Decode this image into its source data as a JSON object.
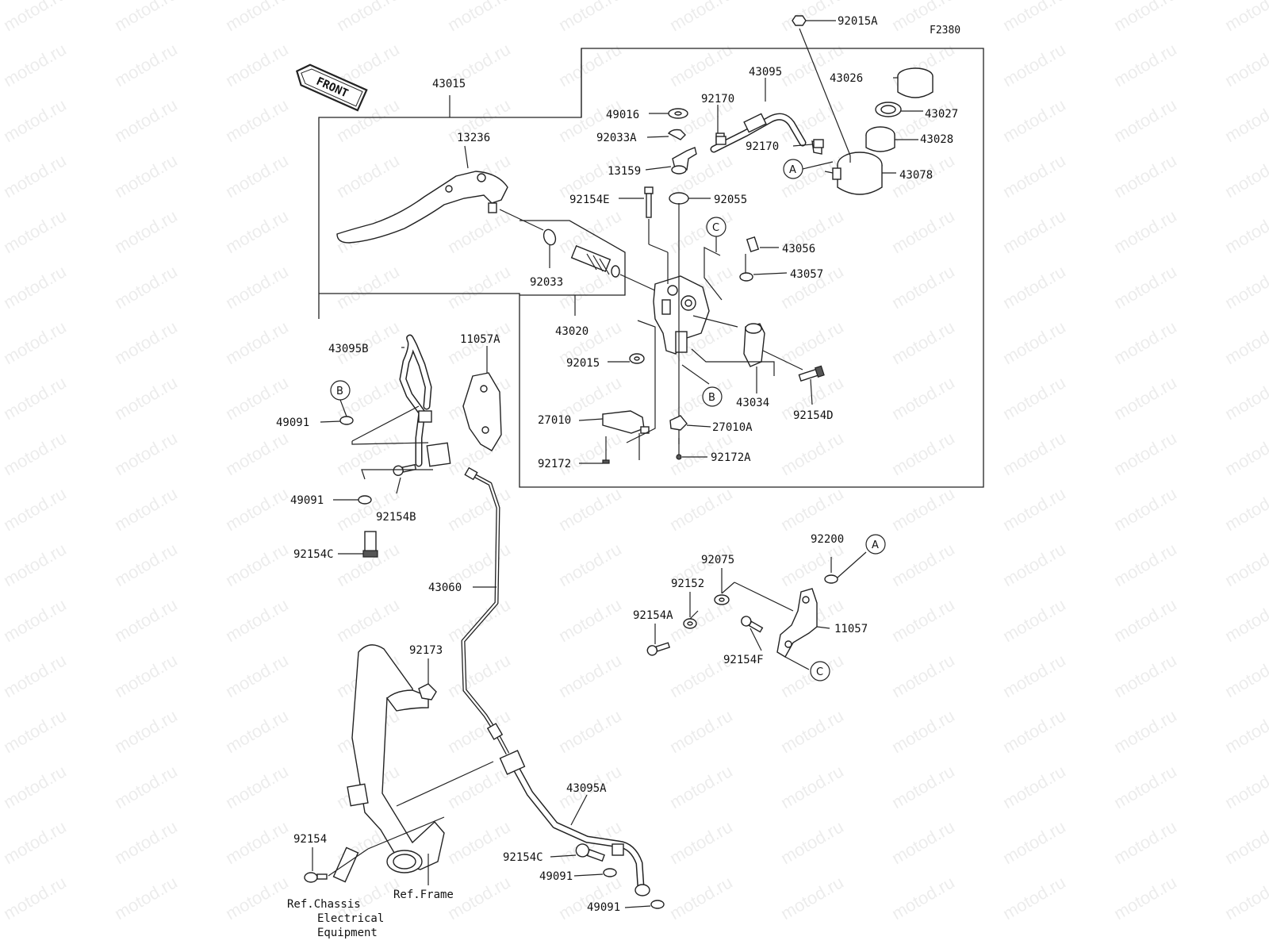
{
  "diagram_code": "F2380",
  "front_arrow_text": "FRONT",
  "callouts": {
    "a": "A",
    "b": "B",
    "c": "C"
  },
  "watermark": "motod.ru",
  "parts": {
    "p92015A": "92015A",
    "p43015": "43015",
    "p43095": "43095",
    "p43026": "43026",
    "p43027": "43027",
    "p43028": "43028",
    "p43078": "43078",
    "p49016": "49016",
    "p92170a": "92170",
    "p92170b": "92170",
    "p92033A": "92033A",
    "p13236": "13236",
    "p13159": "13159",
    "p92154E": "92154E",
    "p92055": "92055",
    "p43056": "43056",
    "p43057": "43057",
    "p92033": "92033",
    "p43020": "43020",
    "p43095B": "43095B",
    "p11057A": "11057A",
    "p92015": "92015",
    "p43034": "43034",
    "p92154D": "92154D",
    "p49091a": "49091",
    "p27010": "27010",
    "p27010A": "27010A",
    "p92172": "92172",
    "p92172A": "92172A",
    "p49091b": "49091",
    "p92154B": "92154B",
    "p92154C": "92154C",
    "p43060": "43060",
    "p92200": "92200",
    "p92075": "92075",
    "p92152": "92152",
    "p92154A": "92154A",
    "p11057": "11057",
    "p92154F": "92154F",
    "p92173": "92173",
    "p43095A": "43095A",
    "p92154": "92154",
    "p92154Cb": "92154C",
    "p49091c": "49091",
    "p49091d": "49091"
  },
  "references": {
    "ref_chassis_1": "Ref.Chassis",
    "ref_chassis_2": "Electrical",
    "ref_chassis_3": "Equipment",
    "ref_frame": "Ref.Frame"
  }
}
